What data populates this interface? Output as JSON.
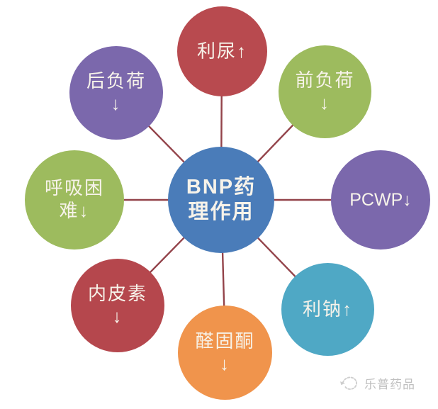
{
  "diagram": {
    "title": "BNP药理作用",
    "line_color": "#93434a",
    "text_color": "#f7f3ea",
    "center": {
      "line1": "BNP药",
      "line2": "理作用",
      "color": "#4a7cb9"
    },
    "nodes": [
      {
        "name": "diuresis",
        "label": "利尿↑",
        "line1": "利尿↑",
        "line2": "",
        "color": "#b84a4f",
        "position": "top"
      },
      {
        "name": "preload",
        "label": "前负荷↓",
        "line1": "前负荷",
        "line2": "↓",
        "color": "#9dbb5e",
        "position": "top-right"
      },
      {
        "name": "pcwp",
        "label": "PCWP↓",
        "line1": "PCWP↓",
        "line2": "",
        "color": "#7b68ac",
        "position": "right"
      },
      {
        "name": "natriuresis",
        "label": "利钠↑",
        "line1": "利钠↑",
        "line2": "",
        "color": "#4fa8c5",
        "position": "bottom-right"
      },
      {
        "name": "aldosterone",
        "label": "醛固酮↓",
        "line1": "醛固酮",
        "line2": "↓",
        "color": "#f0944c",
        "position": "bottom"
      },
      {
        "name": "endothelin",
        "label": "内皮素↓",
        "line1": "内皮素",
        "line2": "↓",
        "color": "#b5474d",
        "position": "bottom-left"
      },
      {
        "name": "dyspnea",
        "label": "呼吸困难↓",
        "line1": "呼吸困",
        "line2": "难↓",
        "color": "#9dbb5e",
        "position": "left"
      },
      {
        "name": "afterload",
        "label": "后负荷↓",
        "line1": "后负荷",
        "line2": "↓",
        "color": "#7b68ac",
        "position": "top-left"
      }
    ]
  },
  "watermark": {
    "text": "乐普药品"
  }
}
